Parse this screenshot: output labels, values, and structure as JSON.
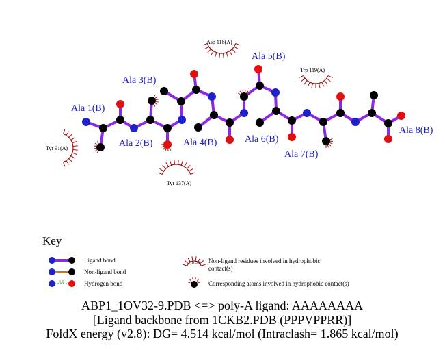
{
  "colors": {
    "bond": "#8a2be2",
    "carbon": "#000000",
    "nitrogen": "#1f22c8",
    "oxygen": "#e01010",
    "hydrophobic": "#a01010",
    "nonligand_bond": "#c07a1a",
    "hbond": "#3aa03a",
    "label": "#1f22c8"
  },
  "residues": {
    "ala1": "Ala 1(B)",
    "ala2": "Ala 2(B)",
    "ala3": "Ala 3(B)",
    "ala4": "Ala 4(B)",
    "ala5": "Ala 5(B)",
    "ala6": "Ala 6(B)",
    "ala7": "Ala 7(B)",
    "ala8": "Ala 8(B)"
  },
  "hydrophobic_residues": {
    "asp118": "Asp 118(A)",
    "trp119": "Trp 119(A)",
    "tyr91": "Tyr 91(A)",
    "tyr137": "Tyr 137(A)"
  },
  "key": {
    "title": "Key",
    "ligand_bond": "Ligand bond",
    "nonligand_bond": "Non-ligand bond",
    "hydrogen_bond": "Hydrogen bond",
    "hbond_distance": "3.0",
    "his_label": "His 53",
    "nonligand_residues_line1": "Non-ligand residues involved in hydrophobic",
    "nonligand_residues_line2": "contact(s)",
    "corresponding_atoms": "Corresponding atoms involved in hydrophobic contact(s)"
  },
  "caption": {
    "line1": "ABP1_1OV32-9.PDB <=> poly-A ligand: AAAAAAAA",
    "line2": "[Ligand backbone from 1CKB2.PDB (PPPVPPRR)]",
    "line3": "FoldX energy (v2.8): DG= 4.514 kcal/mol (Intraclash= 1.865 kcal/mol)"
  }
}
